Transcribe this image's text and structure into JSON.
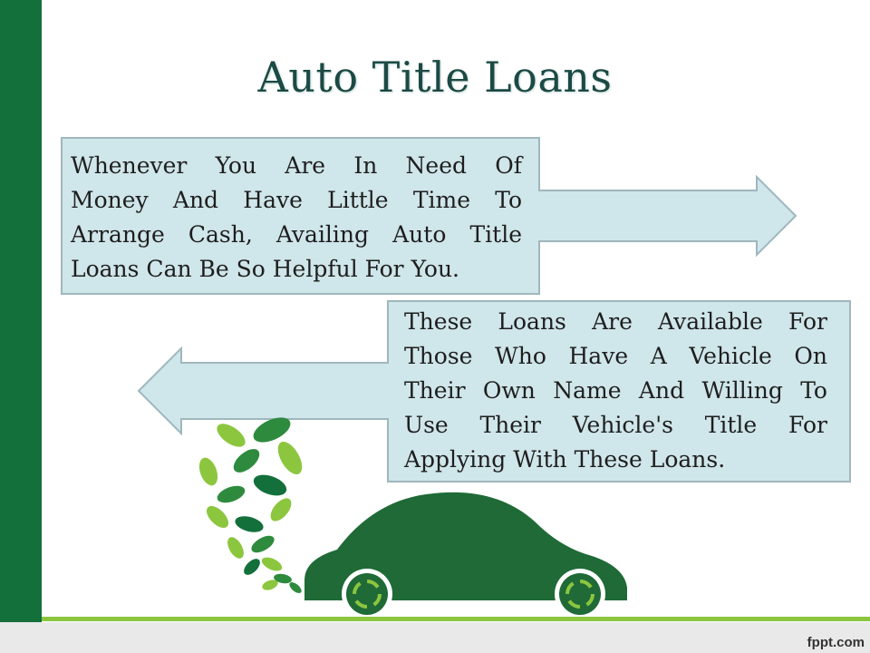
{
  "slide": {
    "title": "Auto Title Loans",
    "box1_lines": [
      "Whenever You Are In Need Of",
      "Money And Have Little Time To",
      "Arrange Cash, Availing Auto Title",
      "Loans Can Be So Helpful For You."
    ],
    "box2_lines": [
      "These Loans Are Available For",
      "Those Who Have A Vehicle On",
      "Their Own Name And Willing To",
      "Use Their Vehicle's Title For",
      "Applying With These Loans."
    ]
  },
  "footer": {
    "brand": "fppt.com"
  },
  "colors": {
    "accent_dark_green": "#13703b",
    "accent_light_green": "#8cc63f",
    "callout_fill": "#cfe6ea",
    "callout_border": "#9fb7bd",
    "title_color": "#1c4a44"
  }
}
